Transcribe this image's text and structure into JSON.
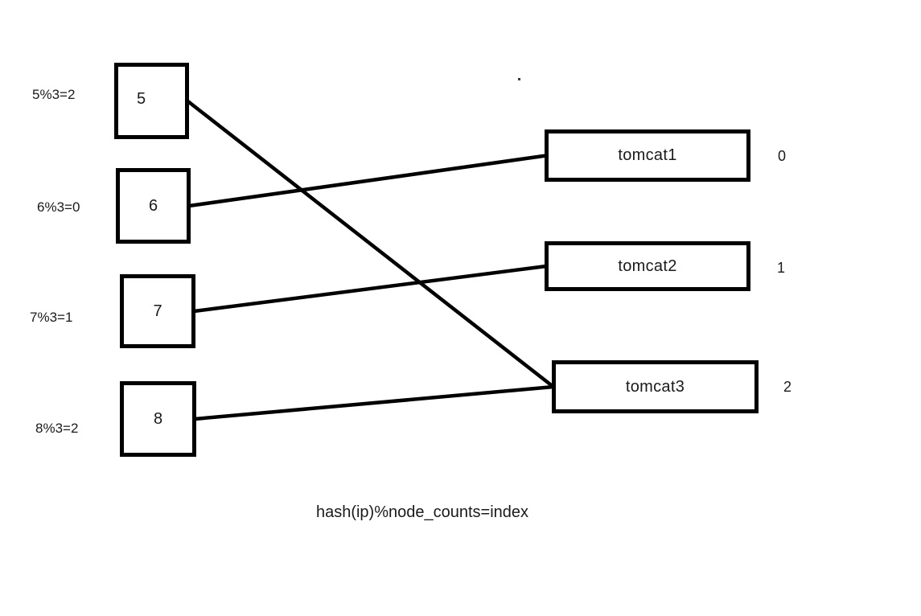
{
  "diagram": {
    "caption": "hash(ip)%node_counts=index",
    "clients": [
      {
        "id": "c5",
        "value": "5",
        "formula": "5%3=2"
      },
      {
        "id": "c6",
        "value": "6",
        "formula": "6%3=0"
      },
      {
        "id": "c7",
        "value": "7",
        "formula": "7%3=1"
      },
      {
        "id": "c8",
        "value": "8",
        "formula": "8%3=2"
      }
    ],
    "servers": [
      {
        "id": "t1",
        "label": "tomcat1",
        "index": "0"
      },
      {
        "id": "t2",
        "label": "tomcat2",
        "index": "1"
      },
      {
        "id": "t3",
        "label": "tomcat3",
        "index": "2"
      }
    ],
    "connections": [
      {
        "from": "c5",
        "to": "t3"
      },
      {
        "from": "c6",
        "to": "t1"
      },
      {
        "from": "c7",
        "to": "t2"
      },
      {
        "from": "c8",
        "to": "t3"
      }
    ],
    "line_color": "#000000",
    "line_width": 4.5
  }
}
